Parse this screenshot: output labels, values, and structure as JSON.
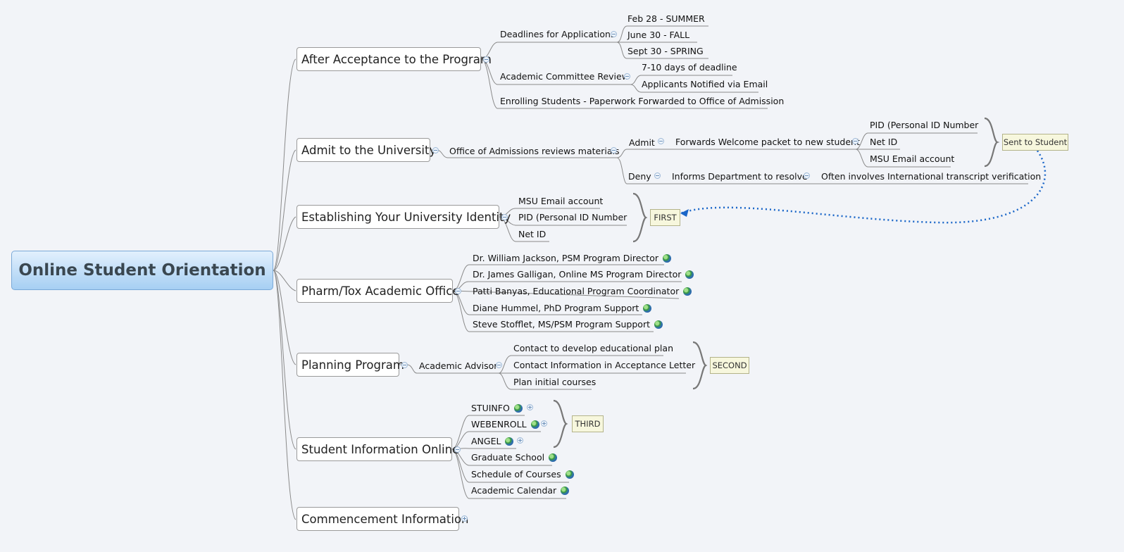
{
  "root": {
    "title": "Online Student Orientation"
  },
  "branches": {
    "after_acceptance": {
      "title": "After Acceptance to the Program",
      "deadlines": {
        "label": "Deadlines for Applications",
        "items": [
          "Feb 28  -  SUMMER",
          "June 30  -  FALL",
          "Sept 30  -  SPRING"
        ]
      },
      "committee": {
        "label": "Academic Committee Review",
        "items": [
          "7-10 days of deadline",
          "Applicants Notified via Email"
        ]
      },
      "enrolling": "Enrolling Students - Paperwork Forwarded to Office of Admission"
    },
    "admit": {
      "title": "Admit to the University",
      "reviews": "Office of Admissions reviews materials",
      "admit_label": "Admit",
      "forwards": "Forwards Welcome packet to new student",
      "packet_items": [
        "PID (Personal ID Number",
        "Net ID",
        "MSU Email account"
      ],
      "sent_label": "Sent to Student",
      "deny_label": "Deny",
      "informs": "Informs Department to resolve",
      "often": "Often involves International transcript verification"
    },
    "identity": {
      "title": "Establishing Your University Identity",
      "items": [
        "MSU Email account",
        "PID (Personal ID Number",
        "Net ID"
      ],
      "label": "FIRST"
    },
    "pharm": {
      "title": "Pharm/Tox Academic Office",
      "items": [
        "Dr. William Jackson, PSM Program Director",
        "Dr. James Galligan, Online MS Program Director",
        "Patti Banyas, Educational Program Coordinator",
        "Diane Hummel, PhD Program Support",
        "Steve Stofflet, MS/PSM Program Support"
      ]
    },
    "planning": {
      "title": "Planning Program",
      "advisor": "Academic Advisor",
      "items": [
        "Contact to develop educational plan",
        "Contact Information in Acceptance Letter",
        "Plan initial courses"
      ],
      "label": "SECOND"
    },
    "student_info": {
      "title": "Student Information Online",
      "items": [
        "STUINFO",
        "WEBENROLL",
        "ANGEL",
        "Graduate School",
        "Schedule of Courses",
        "Academic Calendar"
      ],
      "label": "THIRD"
    },
    "commencement": {
      "title": "Commencement Information"
    }
  },
  "icons": {
    "link": "globe-icon",
    "collapse": "collapse-icon",
    "expand": "expand-icon"
  },
  "colors": {
    "root_fill": "#a6cff3",
    "relationship_arrow": "#1a66c8",
    "label_fill": "#f7f7dd",
    "background": "#f2f4f8"
  }
}
